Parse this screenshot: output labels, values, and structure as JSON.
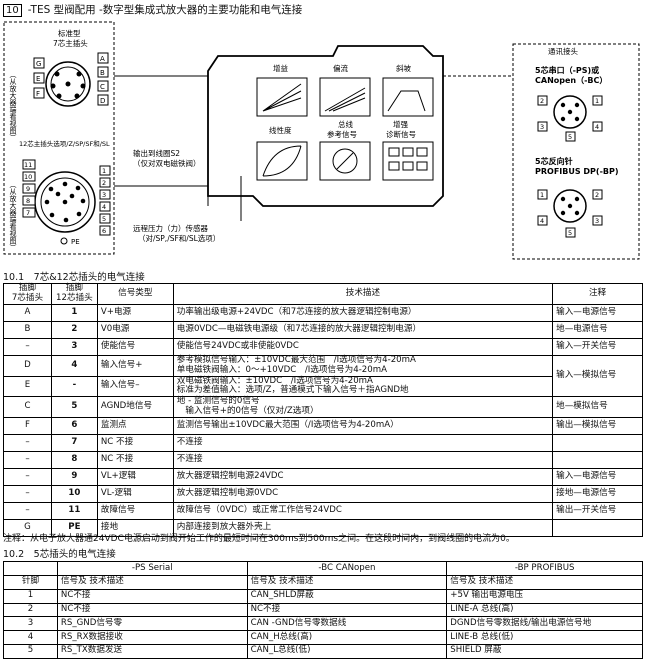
{
  "header": {
    "number": "10",
    "title": "-TES 型阀配用 -数字型集成式放大器的主要功能和电气连接"
  },
  "diagram": {
    "std_plug_label": "标准型",
    "std_plug_label2": "7芯主插头",
    "side_view_label": "（从放大器端看视图）",
    "pins7_left": [
      "G",
      "E",
      "F"
    ],
    "pins7_right": [
      "A",
      "B",
      "C",
      "D"
    ],
    "plug12_label": "12芯主插头选项/Z/SP/SF和/SL",
    "pins12_left": [
      "10",
      "9",
      "8",
      "7"
    ],
    "pins12_right": [
      "1",
      "2",
      "3",
      "4",
      "5",
      "6"
    ],
    "pins12_top": [
      "11"
    ],
    "pe_label": "PE",
    "output_coil_label": "输出到线圈S2",
    "output_coil_sub": "（仅对双电磁铁阀）",
    "pressure_sensor_label": "远程压力（力）传感器",
    "pressure_sensor_sub": "（对/SP,/SF和/SL选项）",
    "func_gain": "增益",
    "func_offset": "偏流",
    "func_ramp": "斜坡",
    "func_linearity": "线性度",
    "func_bus": "总线",
    "func_bus2": "参考信号",
    "func_diag": "增强",
    "func_diag2": "诊断信号",
    "comm_title": "通讯接头",
    "comm_ps": "5芯串口（-PS)或",
    "comm_bc": "CANopen（-BC）",
    "comm_profibus": "5芯反向针",
    "comm_profibus2": "PROFIBUS DP(-BP)",
    "comm_pins": [
      "1",
      "2",
      "3",
      "4",
      "5"
    ]
  },
  "section1": {
    "title": "10.1　7芯&12芯插头的电气连接"
  },
  "table1": {
    "headers": {
      "pin7": "插脚",
      "pin7b": "7芯插头",
      "pin12": "插脚",
      "pin12b": "12芯插头",
      "signal": "信号类型",
      "desc": "技术描述",
      "note": "注释"
    },
    "rows": [
      {
        "p7": "A",
        "p12": "1",
        "sig": "V+电源",
        "desc": "功率输出级电源+24VDC（和7芯连接的放大器逻辑控制电源）",
        "note": "输入—电源信号"
      },
      {
        "p7": "B",
        "p12": "2",
        "sig": "V0电源",
        "desc": "电源0VDC—电磁铁电源级（和7芯连接的放大器逻辑控制电源）",
        "note": "地—电源信号"
      },
      {
        "p7": "–",
        "p12": "3",
        "sig": "使能信号",
        "desc": "使能信号24VDC或非使能0VDC",
        "note": "输入—开关信号"
      },
      {
        "p7": "D",
        "p12": "4",
        "sig": "输入信号+",
        "desc1": "参考模拟信号输入：±10VDC最大范围",
        "desc1b": "/I选项信号为4-20mA",
        "desc2": "单电磁铁阀输入：0～+10VDC",
        "desc2b": "/I选项信号为4-20mA",
        "note": "输入—模拟信号"
      },
      {
        "p7": "E",
        "p12": "-",
        "sig": "输入信号–",
        "desc1": "双电磁铁阀输入：±10VDC",
        "desc1b": "/I选项信号为4-20mA",
        "desc2": "标准为差值输入：选项/Z，普通模式下输入信号＋指AGND地"
      },
      {
        "p7": "C",
        "p12": "5",
        "sig": "AGND地信号",
        "desc1": "地 - 监测信号的0信号",
        "desc2": "输入信号+的0信号（仅对/Z选项）",
        "note": "地—模拟信号"
      },
      {
        "p7": "F",
        "p12": "6",
        "sig": "监测点",
        "desc": "监测信号输出±10VDC最大范围（/I选项信号为4-20mA）",
        "note": "输出—模拟信号"
      },
      {
        "p7": "–",
        "p12": "7",
        "sig": "NC 不接",
        "desc": "不连接",
        "note": ""
      },
      {
        "p7": "–",
        "p12": "8",
        "sig": "NC 不接",
        "desc": "不连接",
        "note": ""
      },
      {
        "p7": "–",
        "p12": "9",
        "sig": "VL+逻辑",
        "desc": "放大器逻辑控制电源24VDC",
        "note": "输入—电源信号"
      },
      {
        "p7": "–",
        "p12": "10",
        "sig": "VL-逻辑",
        "desc": "放大器逻辑控制电源0VDC",
        "note": "接地—电源信号"
      },
      {
        "p7": "–",
        "p12": "11",
        "sig": "故障信号",
        "desc": "故障信号（0VDC）或正常工作信号24VDC",
        "note": "输出—开关信号"
      },
      {
        "p7": "G",
        "p12": "PE",
        "sig": "接地",
        "desc": "内部连接到放大器外壳上",
        "note": ""
      }
    ]
  },
  "note": "注释：从电子放大器通24VDC电源启动到阀开始工作的最短时间在300ms到500ms之间。在这段时间内，到阀线圈的电流为0。",
  "section2": {
    "title": "10.2　5芯插头的电气连接"
  },
  "table2": {
    "groups": {
      "ps": "-PS Serial",
      "bc": "-BC CANopen",
      "bp": "-BP PROFIBUS"
    },
    "pin_header": "针脚",
    "sub_header": "信号及 技术描述",
    "rows": [
      {
        "pin": "1",
        "ps": "NC不接",
        "bc": "CAN_SHLD屏蔽",
        "bp": "+5V  输出电源电压"
      },
      {
        "pin": "2",
        "ps": "NC不接",
        "bc": "NC不接",
        "bp": "LINE-A  总线(高)"
      },
      {
        "pin": "3",
        "ps": "RS_GND信号零",
        "bc": "CAN -GND信号零数据线",
        "bp": "DGND信号零数据线/输出电源信号地"
      },
      {
        "pin": "4",
        "ps": "RS_RX数据接收",
        "bc": "CAN_H总线(高)",
        "bp": "LINE-B  总线(低)"
      },
      {
        "pin": "5",
        "ps": "RS_TX数据发送",
        "bc": "CAN_L总线(低)",
        "bp": "SHIELD  屏蔽"
      }
    ]
  }
}
